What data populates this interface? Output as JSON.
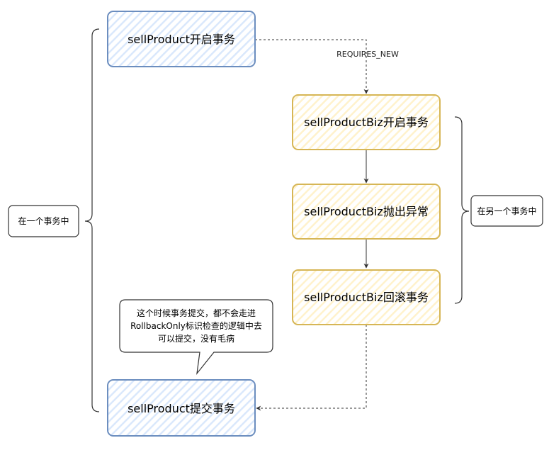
{
  "nodes": {
    "start": "sellProduct开启事务",
    "biz_start": "sellProductBiz开启事务",
    "biz_throw": "sellProductBiz抛出异常",
    "biz_rollback": "sellProductBiz回滚事务",
    "commit": "sellProduct提交事务"
  },
  "edge_labels": {
    "requires_new": "REQUIRES_NEW"
  },
  "braces": {
    "outer": "在一个事务中",
    "inner": "在另一个事务中"
  },
  "callout": {
    "line1": "这个时候事务提交，都不会走进",
    "line2": "RollbackOnly标识检查的逻辑中去",
    "line3": "可以提交，没有毛病"
  },
  "colors": {
    "blue_stroke": "#6c8ebf",
    "blue_fill": "#dae8fc",
    "yellow_stroke": "#d6b656",
    "yellow_fill": "#fff2cc",
    "line": "#333333"
  }
}
